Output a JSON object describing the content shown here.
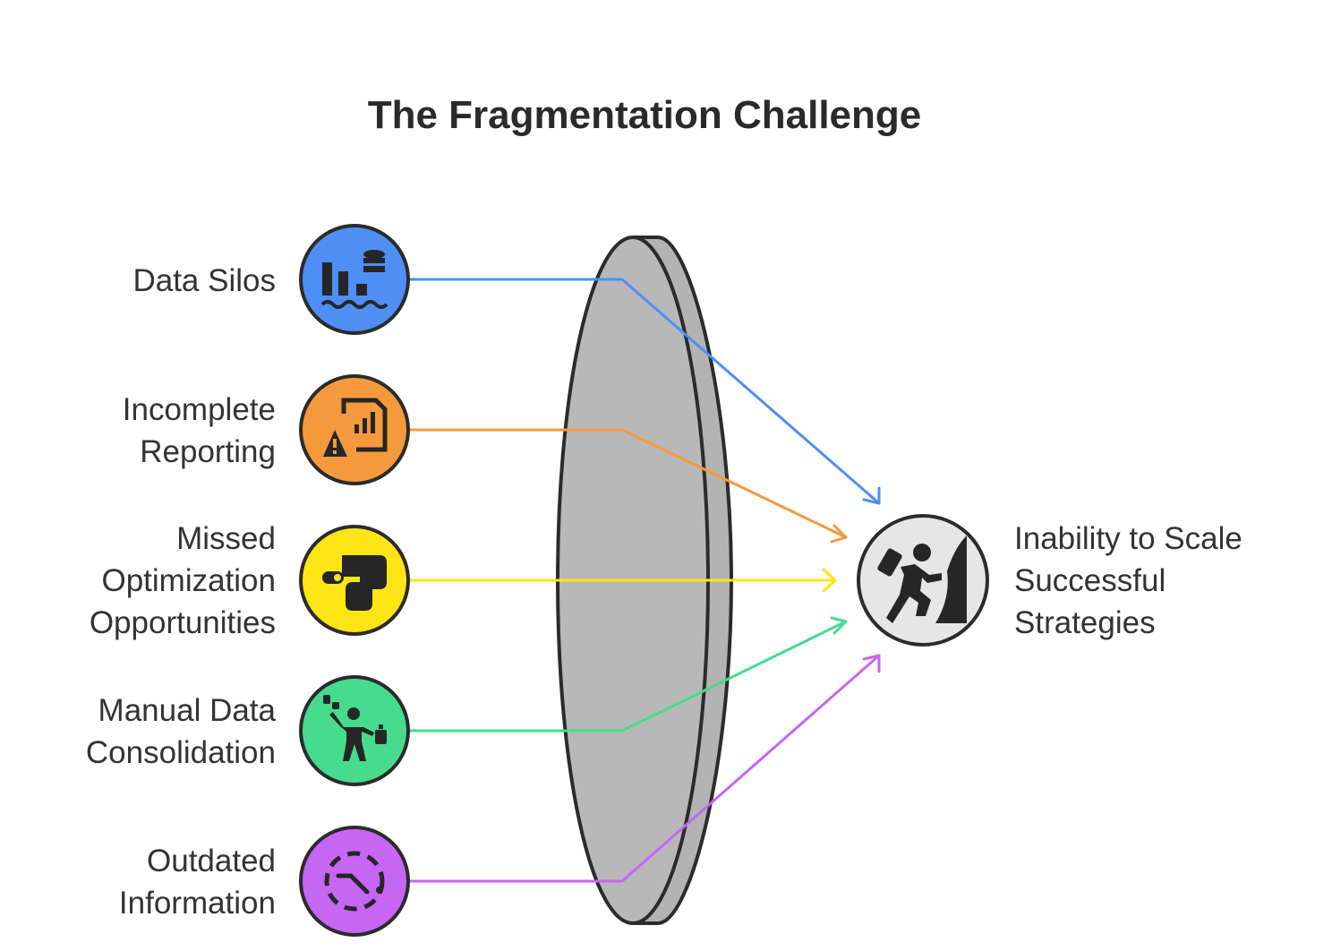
{
  "title": "The Fragmentation Challenge",
  "inputs": [
    {
      "lines": [
        "Data Silos"
      ],
      "color": "#4d8ff5",
      "icon": "data-silos-icon"
    },
    {
      "lines": [
        "Incomplete",
        "Reporting"
      ],
      "color": "#f59a3c",
      "icon": "report-warning-icon"
    },
    {
      "lines": [
        "Missed",
        "Optimization",
        "Opportunities"
      ],
      "color": "#fde515",
      "icon": "optimization-path-icon"
    },
    {
      "lines": [
        "Manual Data",
        "Consolidation"
      ],
      "color": "#47db8e",
      "icon": "person-juggling-data-icon"
    },
    {
      "lines": [
        "Outdated",
        "Information"
      ],
      "color": "#c666f5",
      "icon": "outdated-clock-icon"
    }
  ],
  "outcome": {
    "lines": [
      "Inability to Scale",
      "Successful",
      "Strategies"
    ],
    "color": "#e6e6e6",
    "icon": "climber-wall-icon"
  },
  "lens_color": "#b8b8b8"
}
